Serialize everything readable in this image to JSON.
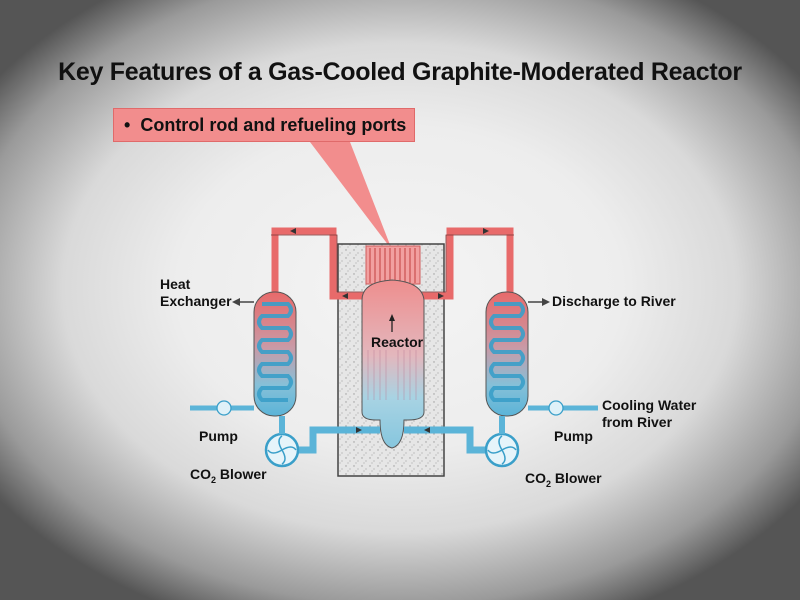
{
  "title": "Key Features of a Gas-Cooled Graphite-Moderated Reactor",
  "callout": {
    "bullet": "•",
    "text": "Control rod and refueling ports"
  },
  "labels": {
    "heat_exchanger": [
      "Heat",
      "Exchanger"
    ],
    "reactor": "Reactor",
    "discharge": "Discharge to River",
    "cooling_water": [
      "Cooling Water",
      "from River"
    ],
    "pump_left": "Pump",
    "pump_right": "Pump",
    "blower_left": {
      "main": "CO",
      "sub": "2",
      "rest": " Blower"
    },
    "blower_right": {
      "main": "CO",
      "sub": "2",
      "rest": " Blower"
    }
  },
  "colors": {
    "hot_pipe": "#e86a6a",
    "cold_pipe": "#5bb4d8",
    "callout_fill": "#f28d8d",
    "shield": "#e3e3e3"
  }
}
